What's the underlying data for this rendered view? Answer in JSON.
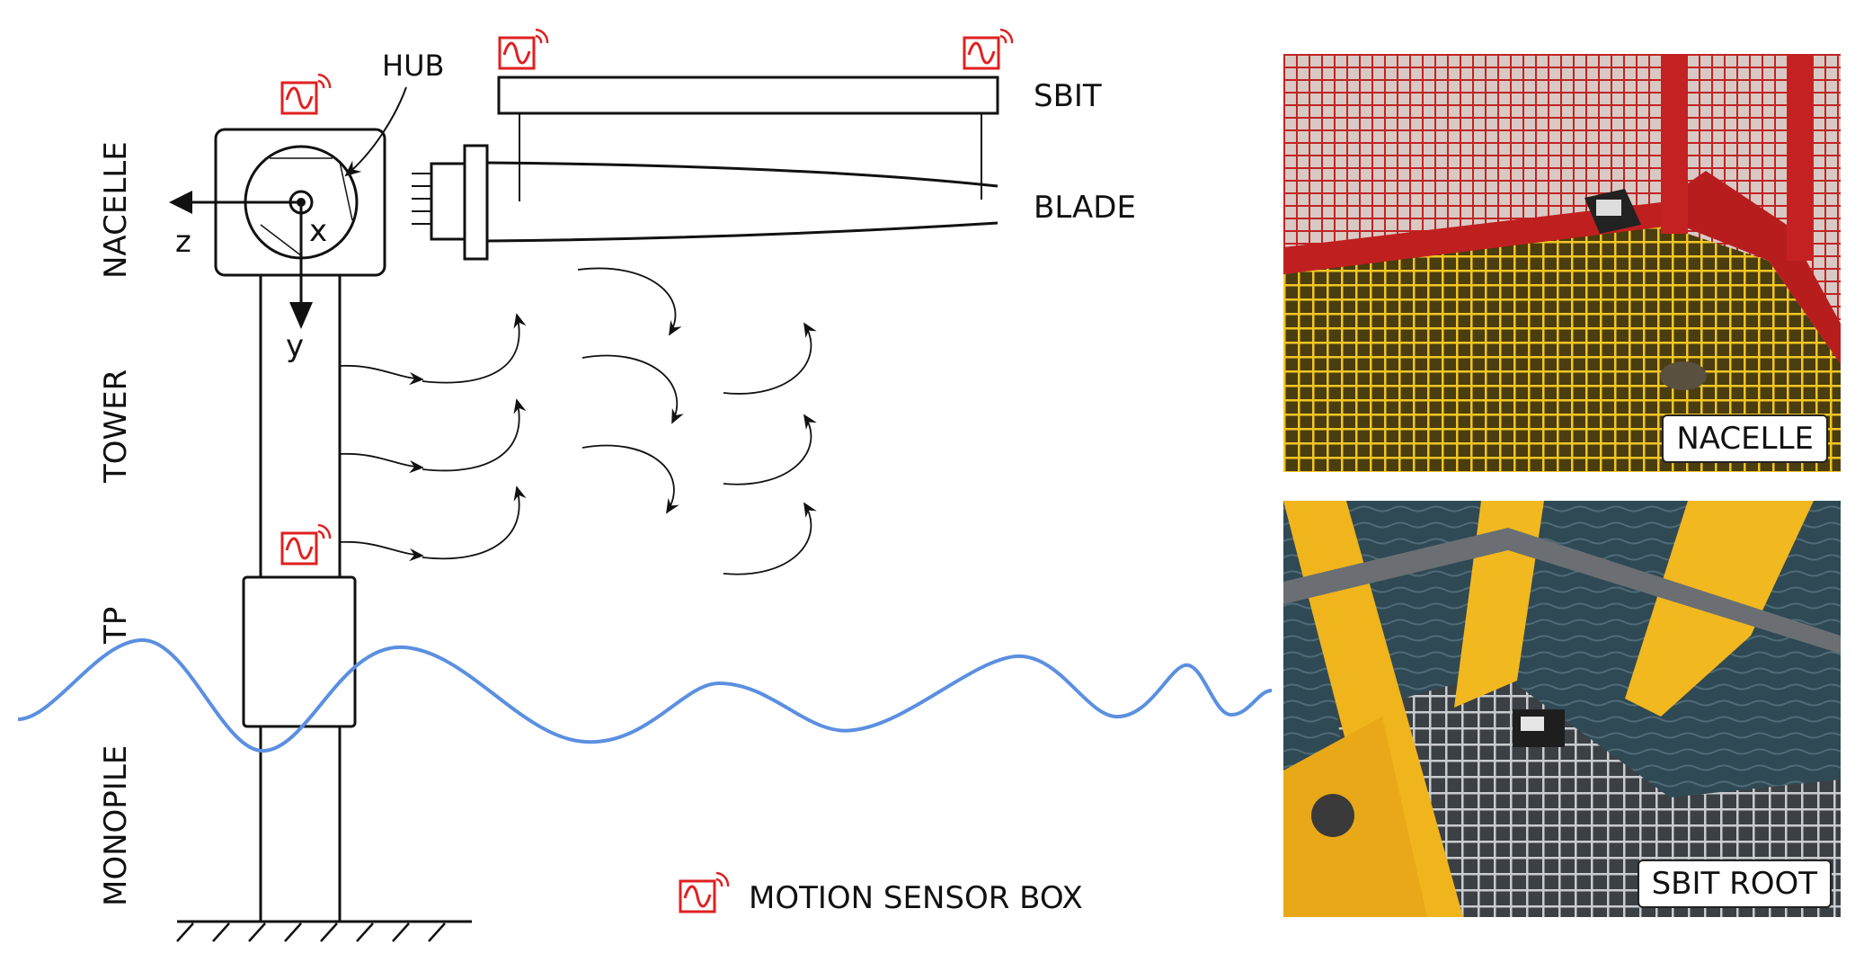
{
  "labels": {
    "hub": "HUB",
    "sbit": "SBIT",
    "blade": "BLADE",
    "nacelle": "NACELLE",
    "tower": "TOWER",
    "tp": "TP",
    "monopile": "MONOPILE",
    "axis_z": "z",
    "axis_x": "x",
    "axis_y": "y"
  },
  "legend": {
    "label": "MOTION SENSOR BOX",
    "icon": "motion-sensor-icon"
  },
  "photos": [
    {
      "caption": "NACELLE"
    },
    {
      "caption": "SBIT ROOT"
    }
  ],
  "colors": {
    "sensor": "#e02020",
    "wave": "#5b8fe0",
    "line": "#111111"
  }
}
